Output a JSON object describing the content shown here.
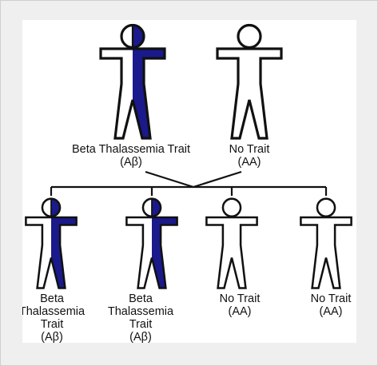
{
  "colors": {
    "trait_fill": "#1a1a8c",
    "outline": "#111111"
  },
  "parents": [
    {
      "kind": "carrier",
      "label_lines": [
        "Beta Thalassemia Trait",
        "(Aβ)"
      ]
    },
    {
      "kind": "normal",
      "label_lines": [
        "No Trait",
        "(AA)"
      ]
    }
  ],
  "children": [
    {
      "kind": "carrier",
      "label_lines": [
        "Beta",
        "Thalassemia",
        "Trait",
        "(Aβ)"
      ]
    },
    {
      "kind": "carrier",
      "label_lines": [
        "Beta",
        "Thalassemia",
        "Trait",
        "(Aβ)"
      ]
    },
    {
      "kind": "normal",
      "label_lines": [
        "No Trait",
        "(AA)"
      ]
    },
    {
      "kind": "normal",
      "label_lines": [
        "No Trait",
        "(AA)"
      ]
    }
  ]
}
